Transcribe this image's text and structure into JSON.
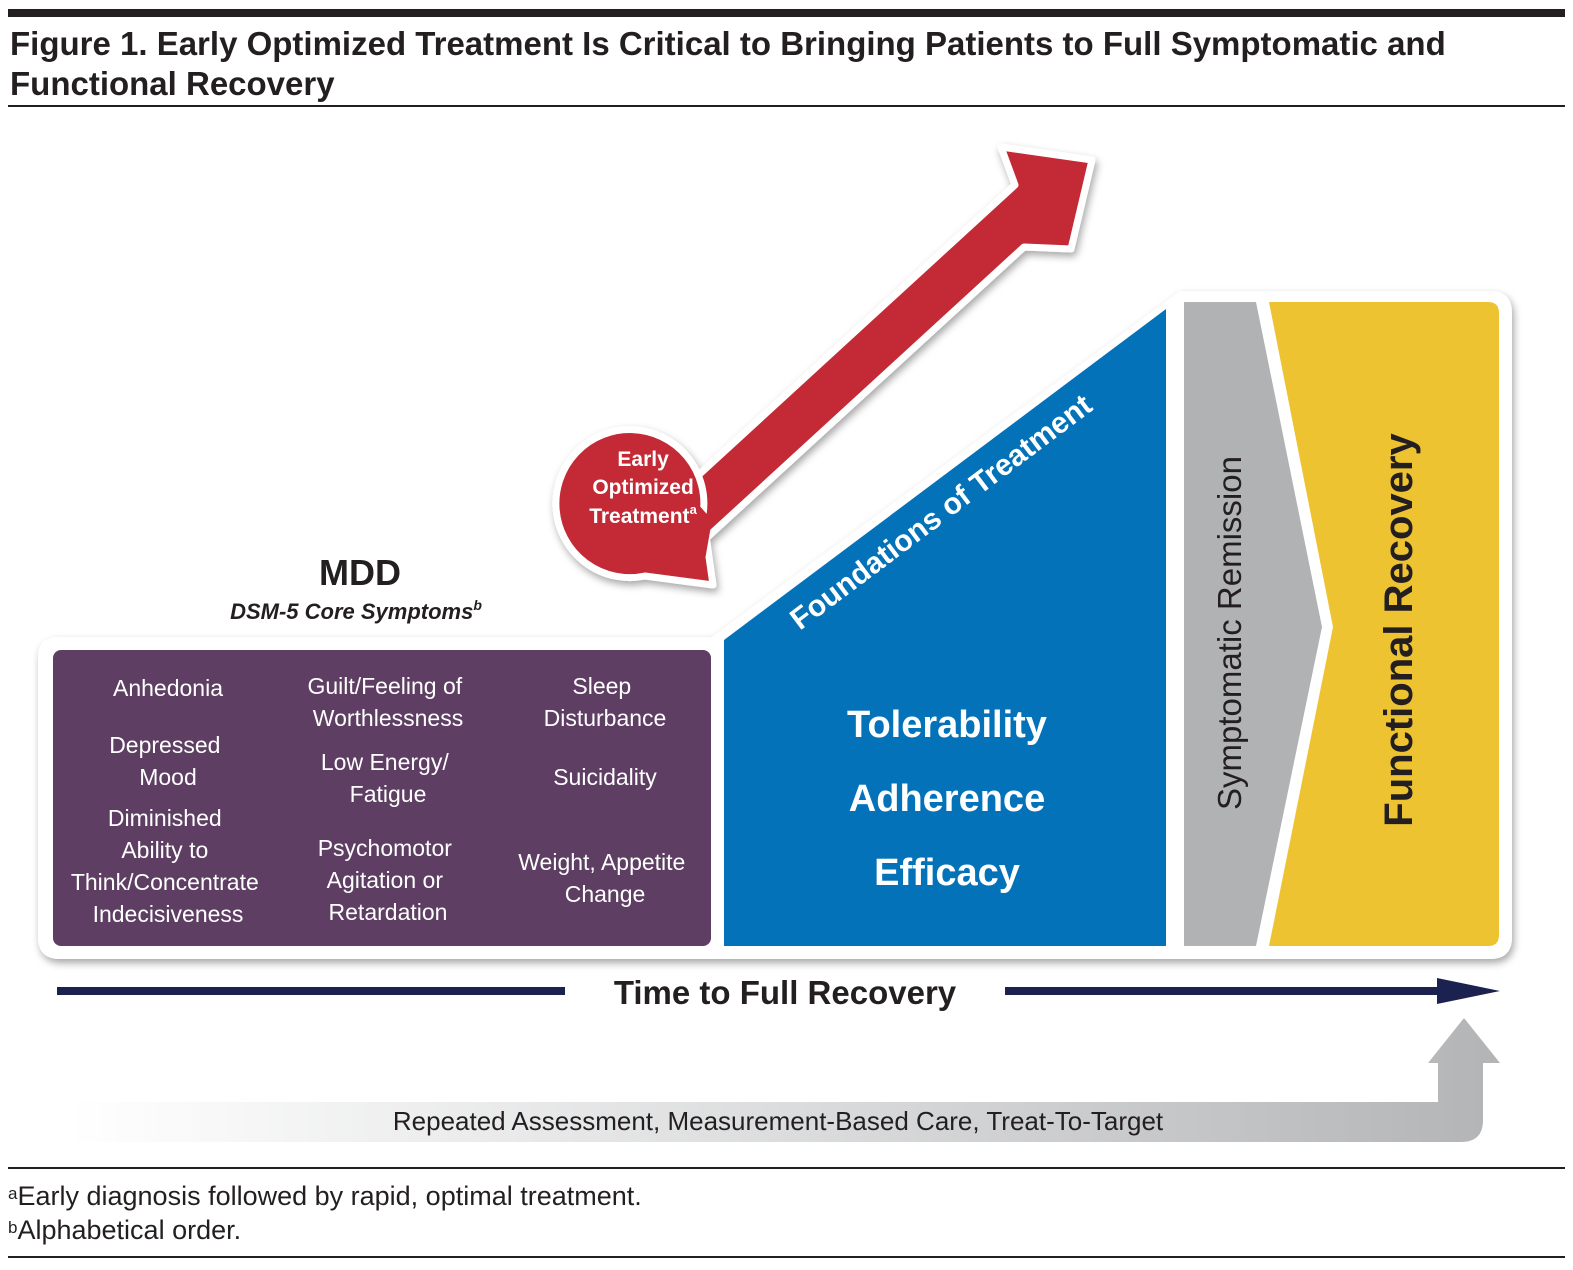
{
  "title": "Figure 1. Early Optimized Treatment Is Critical to Bringing Patients to Full Symptomatic and Functional Recovery",
  "colors": {
    "purple": "#5e3f63",
    "blue": "#0472b9",
    "gray": "#b1b2b4",
    "yellow": "#eec332",
    "red": "#c32a36",
    "navy": "#1c2250",
    "text": "#231f20"
  },
  "mdd": {
    "title": "MDD",
    "subtitle": "DSM-5 Core Symptoms",
    "subtitle_sup": "b",
    "symptoms": [
      [
        "Anhedonia"
      ],
      [
        "Depressed",
        "Mood"
      ],
      [
        "Diminished",
        "Ability to",
        "Think/Concentrate",
        "Indecisiveness"
      ],
      [
        "Guilt/Feeling of",
        "Worthlessness"
      ],
      [
        "Low Energy/",
        "Fatigue"
      ],
      [
        "Psychomotor",
        "Agitation or",
        "Retardation"
      ],
      [
        "Sleep",
        "Disturbance"
      ],
      [
        "Suicidality"
      ],
      [
        "Weight, Appetite",
        "Change"
      ]
    ]
  },
  "early_treatment": {
    "lines": [
      "Early",
      "Optimized",
      "Treatment"
    ],
    "sup": "a"
  },
  "foundations": {
    "heading": "Foundations of Treatment",
    "items": [
      "Tolerability",
      "Adherence",
      "Efficacy"
    ]
  },
  "remission": {
    "label": "Symptomatic Remission"
  },
  "recovery": {
    "label": "Functional Recovery"
  },
  "timeline": {
    "label": "Time to Full Recovery"
  },
  "assessment": {
    "label": "Repeated Assessment, Measurement-Based Care, Treat-To-Target"
  },
  "footnotes": [
    {
      "marker": "a",
      "text": "Early diagnosis followed by rapid, optimal treatment."
    },
    {
      "marker": "b",
      "text": "Alphabetical order."
    }
  ]
}
